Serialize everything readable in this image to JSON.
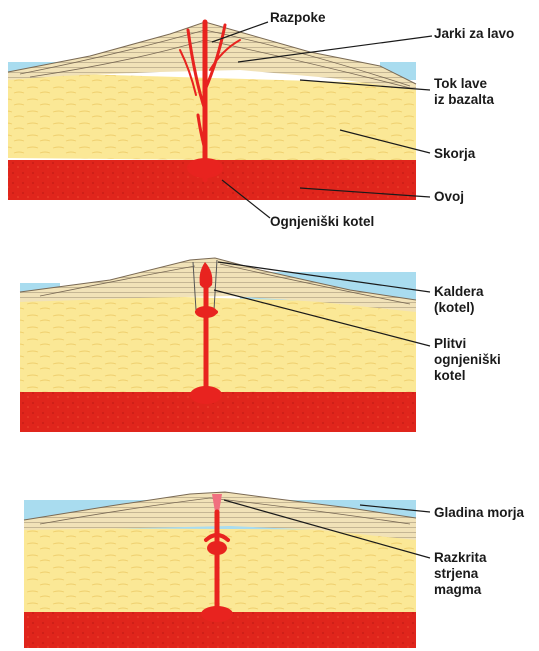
{
  "colors": {
    "magma": "#e8231f",
    "mantle": "#e0251c",
    "crust": "#fbe896",
    "crust_edge": "#f3c94a",
    "lava_layers": "#efdcae",
    "sea": "#a9dcef",
    "line": "#1a1a1a"
  },
  "panel1": {
    "razpoke": "Razpoke",
    "jarki": "Jarki za lavo",
    "tok_lave": "Tok lave\niz bazalta",
    "skorja": "Skorja",
    "ovoj": "Ovoj",
    "kotel": "Ognjeniški kotel"
  },
  "panel2": {
    "kaldera": "Kaldera\n(kotel)",
    "plitvi": "Plitvi\nognjeniški\nkotel"
  },
  "panel3": {
    "gladina": "Gladina morja",
    "razkrita": "Razkrita\nstrjena\nmagma"
  }
}
